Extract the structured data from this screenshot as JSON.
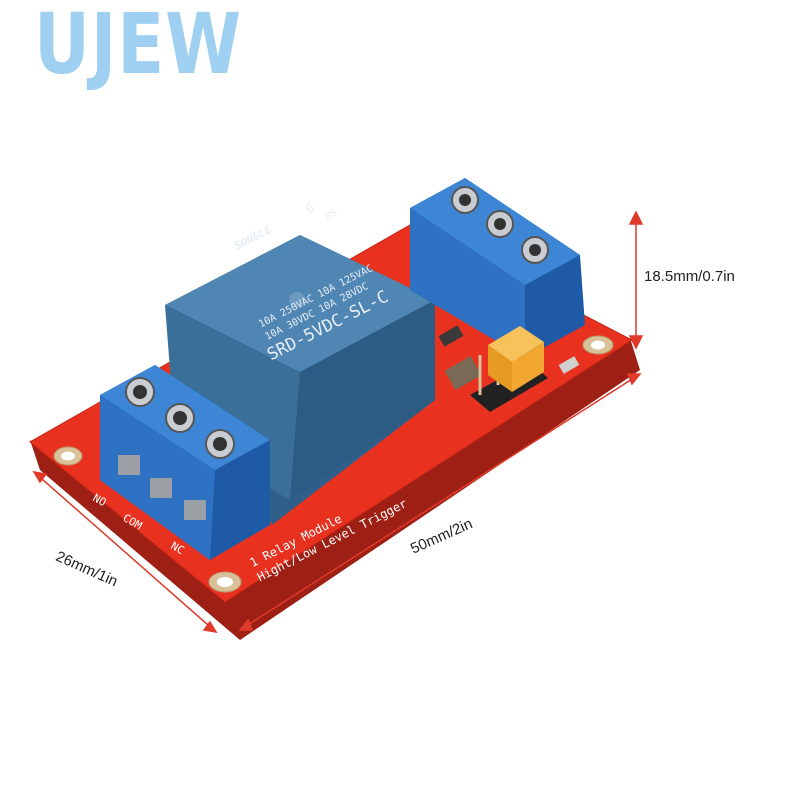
{
  "watermark": "UJEW",
  "dimensions": {
    "height": "18.5mm/0.7in",
    "length": "26mm/1in",
    "width": "50mm/2in"
  },
  "board": {
    "silkscreen_line1": "1 Relay Module",
    "silkscreen_line2": "Hight/Low Level Trigger",
    "terminal_labels": [
      "NO",
      "COM",
      "NC"
    ],
    "colors": {
      "pcb": "#e8321f",
      "terminal": "#2f72c4",
      "relay": "#3a6f9a",
      "jumper": "#f2a830"
    }
  },
  "relay": {
    "brand": "SONGLE",
    "rating_line1": "10A 250VAC  10A 125VAC",
    "rating_line2": "10A 30VDC  10A 28VDC",
    "model": "SRD-5VDC-SL-C",
    "pin_mark": "6",
    "cert": "US"
  }
}
